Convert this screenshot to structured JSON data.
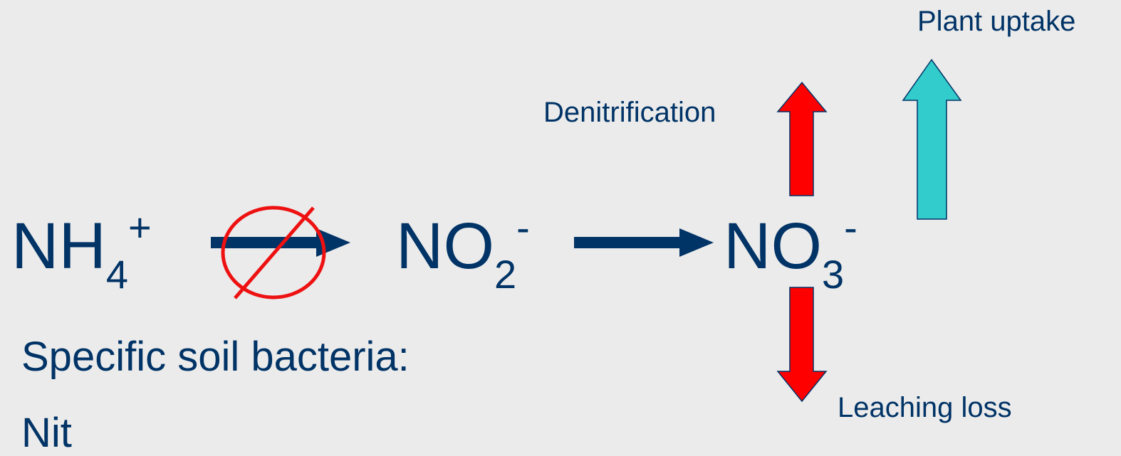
{
  "species": {
    "ammonium": {
      "base": "NH",
      "sub": "4",
      "sup": "+"
    },
    "nitrite": {
      "base": "NO",
      "sub": "2",
      "sup": "-"
    },
    "nitrate": {
      "base": "NO",
      "sub": "3",
      "sup": "-"
    }
  },
  "labels": {
    "plant_uptake": "Plant uptake",
    "denitrification": "Denitrification",
    "leaching_loss": "Leaching loss"
  },
  "notes": {
    "bacteria": "Specific soil bacteria:",
    "next_line_partial": "Nit"
  },
  "colors": {
    "text": "#003366",
    "process_arrow": "#003366",
    "loss_arrow": "#ff0000",
    "uptake_arrow": "#33cccc",
    "inhibition_mark": "#ee1111",
    "background": "#ebebeb"
  }
}
